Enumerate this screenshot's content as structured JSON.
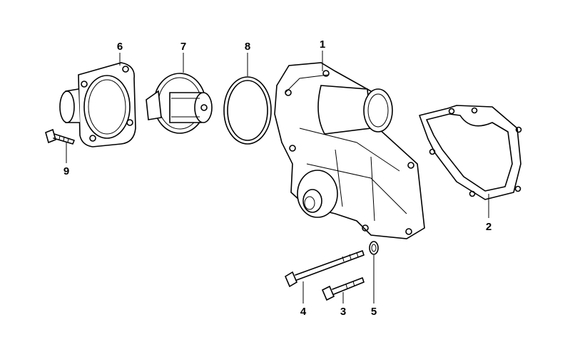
{
  "diagram": {
    "type": "exploded parts diagram",
    "callouts": [
      {
        "id": "1",
        "part": "water-pump-housing"
      },
      {
        "id": "2",
        "part": "gasket"
      },
      {
        "id": "3",
        "part": "short-bolt"
      },
      {
        "id": "4",
        "part": "long-bolt"
      },
      {
        "id": "5",
        "part": "washer"
      },
      {
        "id": "6",
        "part": "thermostat-cover"
      },
      {
        "id": "7",
        "part": "thermostat"
      },
      {
        "id": "8",
        "part": "o-ring"
      },
      {
        "id": "9",
        "part": "cover-bolt"
      }
    ]
  }
}
